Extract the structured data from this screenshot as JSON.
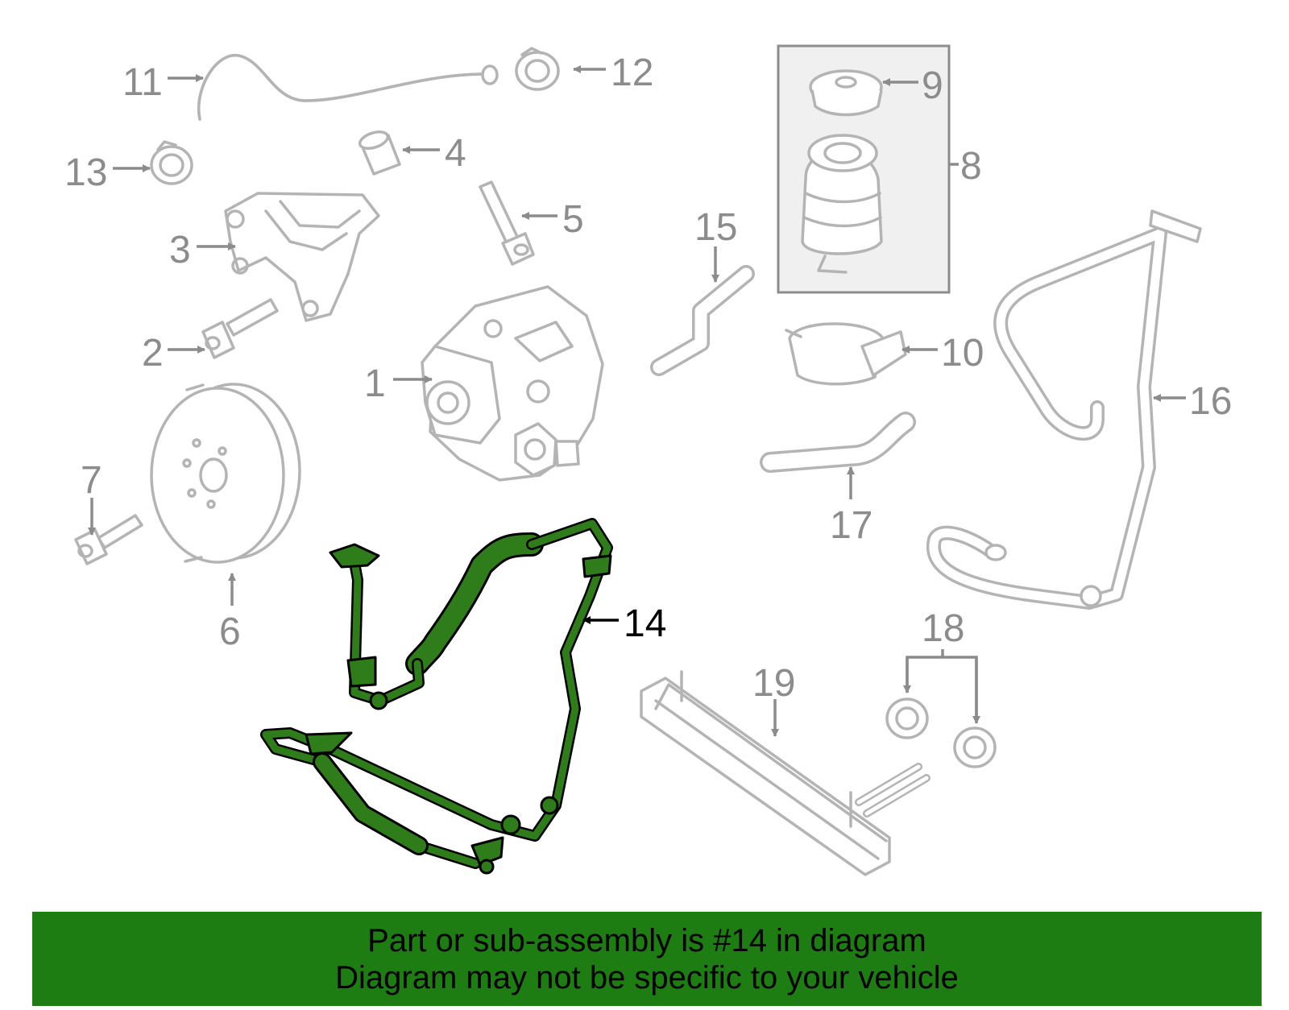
{
  "diagram": {
    "highlight_color": "#2e7d1a",
    "part_color": "#b4b4b4",
    "highlighted_callout": "14",
    "callouts": [
      {
        "id": "c1",
        "label": "1"
      },
      {
        "id": "c2",
        "label": "2"
      },
      {
        "id": "c3",
        "label": "3"
      },
      {
        "id": "c4",
        "label": "4"
      },
      {
        "id": "c5",
        "label": "5"
      },
      {
        "id": "c6",
        "label": "6"
      },
      {
        "id": "c7",
        "label": "7"
      },
      {
        "id": "c8",
        "label": "8"
      },
      {
        "id": "c9",
        "label": "9"
      },
      {
        "id": "c10",
        "label": "10"
      },
      {
        "id": "c11",
        "label": "11"
      },
      {
        "id": "c12",
        "label": "12"
      },
      {
        "id": "c13",
        "label": "13"
      },
      {
        "id": "c14",
        "label": "14"
      },
      {
        "id": "c15",
        "label": "15"
      },
      {
        "id": "c16",
        "label": "16"
      },
      {
        "id": "c17",
        "label": "17"
      },
      {
        "id": "c18",
        "label": "18"
      },
      {
        "id": "c19",
        "label": "19"
      }
    ]
  },
  "banner": {
    "color": "#1e7d12",
    "line1": "Part or sub-assembly is #14 in diagram",
    "line2": "Diagram may not be specific to your vehicle"
  }
}
